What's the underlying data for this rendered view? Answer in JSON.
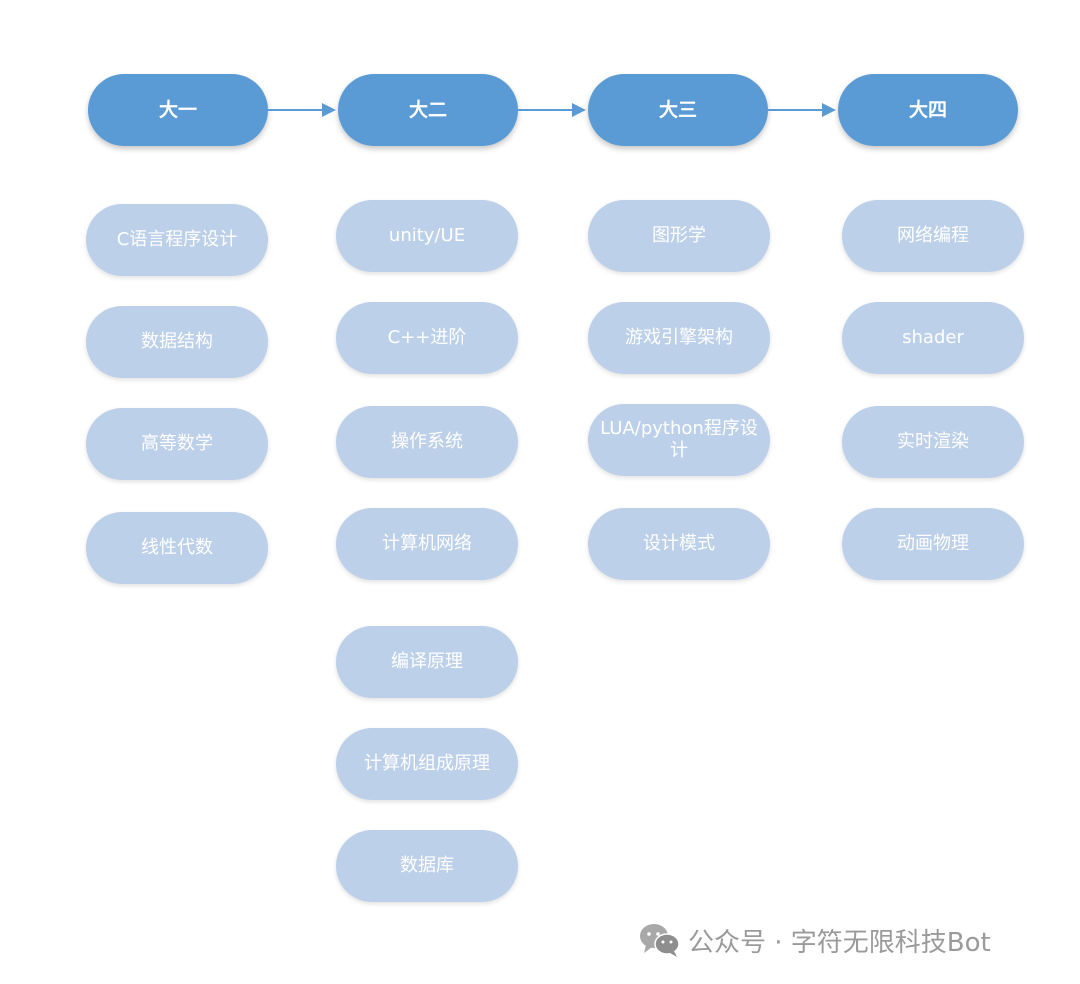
{
  "years": [
    {
      "label": "大一",
      "courses": [
        "C语言程序设计",
        "数据结构",
        "高等数学",
        "线性代数"
      ]
    },
    {
      "label": "大二",
      "courses": [
        "unity/UE",
        "C++进阶",
        "操作系统",
        "计算机网络",
        "编译原理",
        "计算机组成原理",
        "数据库"
      ]
    },
    {
      "label": "大三",
      "courses": [
        "图形学",
        "游戏引擎架构",
        "LUA/python程序设计",
        "设计模式"
      ]
    },
    {
      "label": "大四",
      "courses": [
        "网络编程",
        "shader",
        "实时渲染",
        "动画物理"
      ]
    }
  ],
  "watermark": {
    "text": "公众号 · 字符无限科技Bot",
    "icon": "wechat-icon"
  },
  "colors": {
    "header": "#5b9bd5",
    "course": "#bdd0ea",
    "arrow": "#5b9bd5"
  }
}
